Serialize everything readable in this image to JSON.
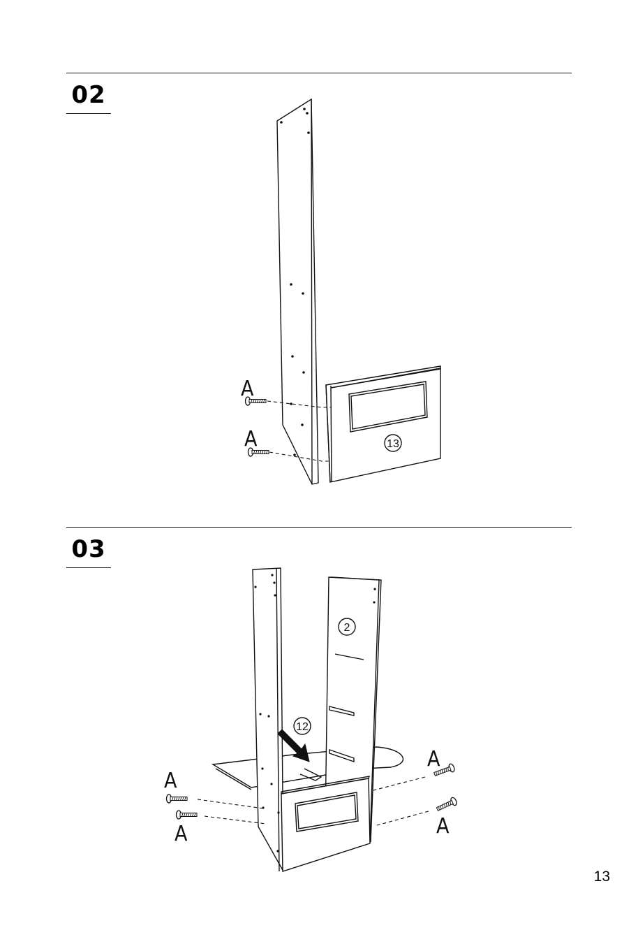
{
  "page": {
    "number": "13"
  },
  "steps": [
    {
      "number": "02",
      "screw_label": "A",
      "part_label": "13"
    },
    {
      "number": "03",
      "screw_label": "A",
      "part_labels": [
        "2",
        "12"
      ]
    }
  ],
  "colors": {
    "line": "#111111",
    "background": "#ffffff"
  }
}
